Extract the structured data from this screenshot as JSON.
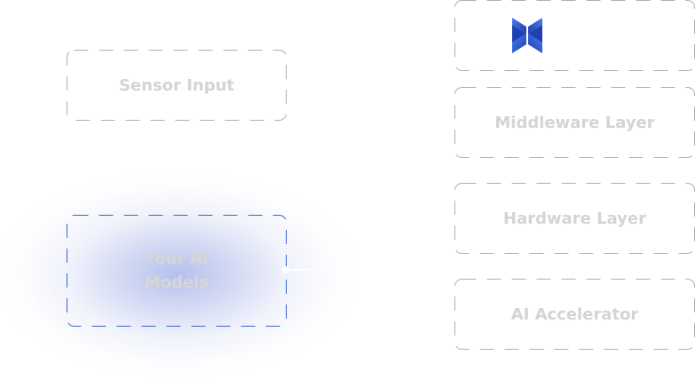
{
  "diagram": {
    "left_column": {
      "sensor_input": {
        "label": "Sensor Input"
      },
      "ai_models": {
        "label_line1": "Your AI",
        "label_line2": "Models",
        "highlighted": true
      }
    },
    "right_column": {
      "logo_box": {
        "icon": "brand-x-logo-icon"
      },
      "layers": [
        {
          "label": "Middleware Layer"
        },
        {
          "label": "Hardware Layer"
        },
        {
          "label": "AI Accelerator"
        }
      ]
    },
    "colors": {
      "box_border": "#b0b0b0",
      "highlight_border": "#3c64d2",
      "label_text": "#d4d4d4",
      "logo_blue": "#2f5ee0"
    }
  }
}
